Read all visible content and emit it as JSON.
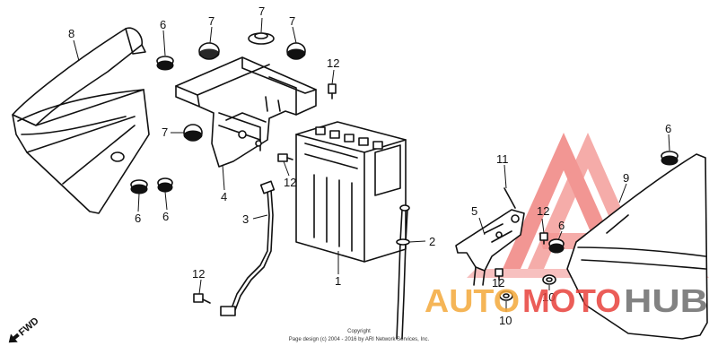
{
  "diagram": {
    "callouts": {
      "c1": "1",
      "c2": "2",
      "c3": "3",
      "c4": "4",
      "c5": "5",
      "c6a": "6",
      "c6b": "6",
      "c6c": "6",
      "c6d": "6",
      "c6e": "6",
      "c7a": "7",
      "c7b": "7",
      "c7c": "7",
      "c7d": "7",
      "c8": "8",
      "c9": "9",
      "c10a": "10",
      "c10b": "10",
      "c11": "11",
      "c12a": "12",
      "c12b": "12",
      "c12c": "12",
      "c12d": "12",
      "c12e": "12"
    },
    "fwd_label": "FWD",
    "copyright_line1": "Copyright",
    "copyright_line2": "Page design (c) 2004 - 2016 by ARI Network Services, Inc."
  },
  "watermark": {
    "brand_part1": "AUTO",
    "brand_part2": "MOTO",
    "brand_part3": "HUB",
    "color_orange": "#f4a93a",
    "color_red": "#e8413c",
    "color_grey": "#6d6d6d"
  }
}
